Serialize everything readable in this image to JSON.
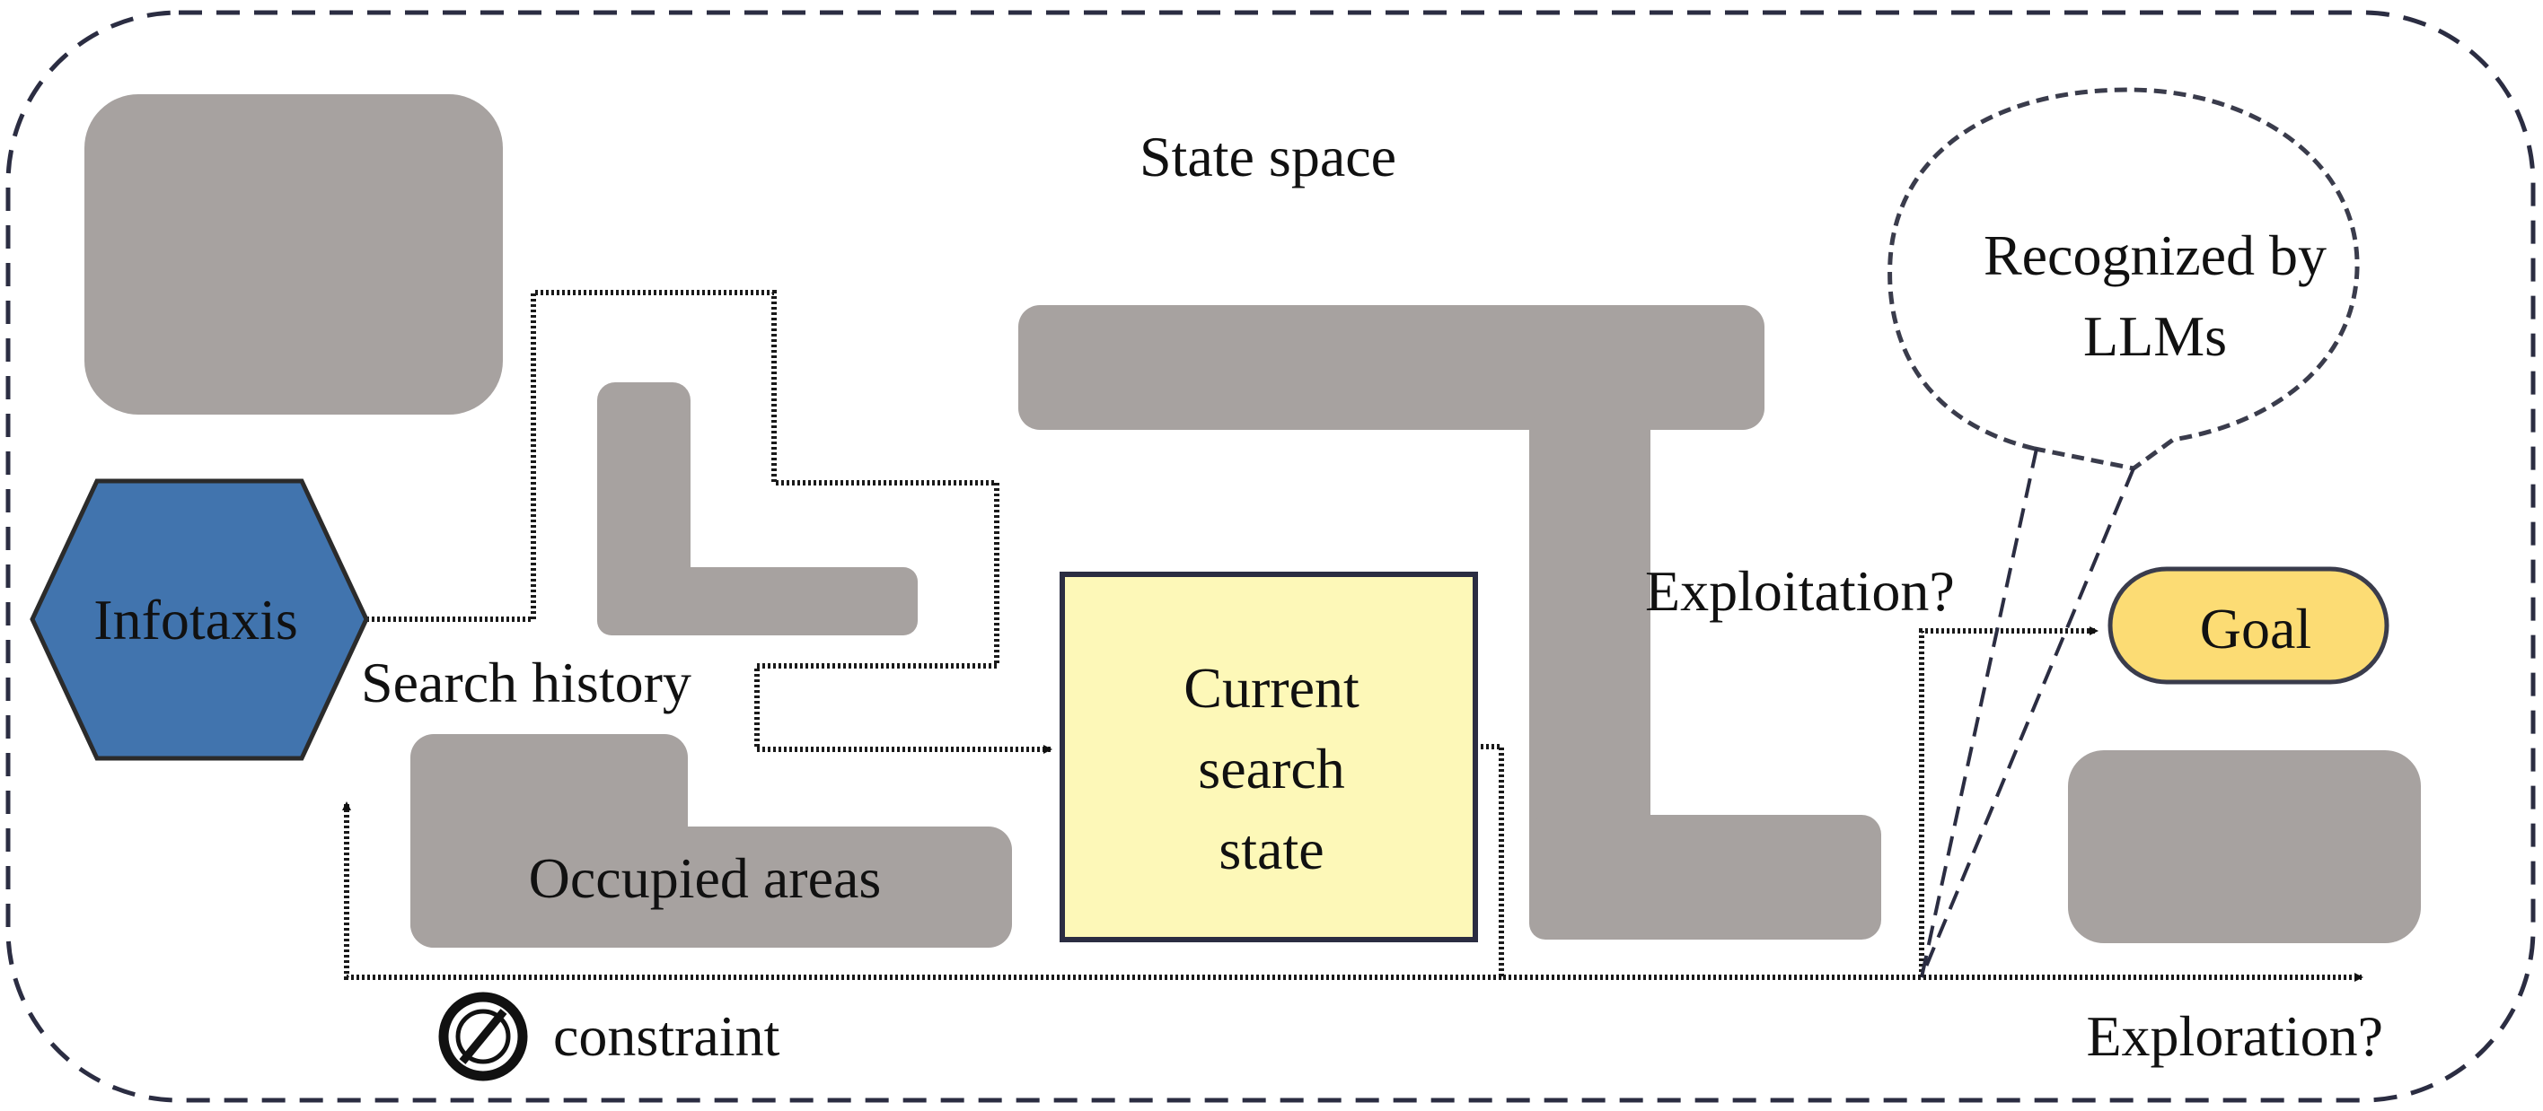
{
  "diagram": {
    "title": "State space",
    "nodes": {
      "infotaxis": {
        "label": "Infotaxis",
        "shape": "hexagon",
        "color": "#4174ae"
      },
      "current_state": {
        "line1": "Current",
        "line2": "search",
        "line3": "state",
        "color": "#fdf8b8"
      },
      "goal": {
        "label": "Goal",
        "color": "#fcdc74"
      },
      "bubble": {
        "line1": "Recognized by",
        "line2": "LLMs"
      }
    },
    "labels": {
      "search_history": "Search history",
      "occupied_areas": "Occupied areas",
      "exploitation": "Exploitation?",
      "exploration": "Exploration?",
      "constraint": "constraint"
    },
    "icons": {
      "constraint": "prohibited-circle-icon"
    },
    "colors": {
      "obstacle": "#a7a2a0",
      "outline": "#2b2d42",
      "path": "#1a1a1a"
    }
  }
}
